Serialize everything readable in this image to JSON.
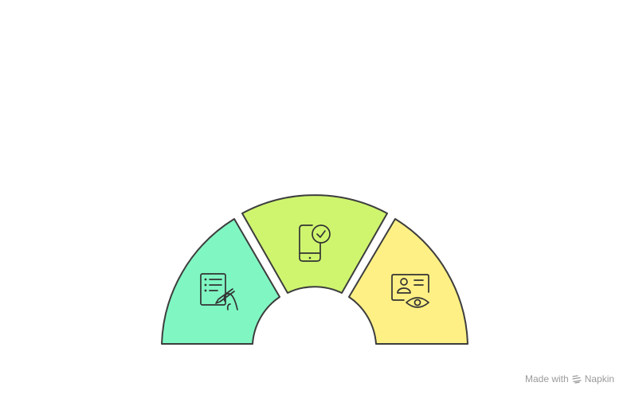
{
  "diagram": {
    "segments": [
      {
        "id": "left",
        "color": "#80f7c3",
        "icon": "checklist-with-writing-hand-icon"
      },
      {
        "id": "middle",
        "color": "#cff56f",
        "icon": "smartphone-with-checkmark-icon"
      },
      {
        "id": "right",
        "color": "#fef085",
        "icon": "id-card-with-eye-icon"
      }
    ],
    "outline_color": "#3d3d3d"
  },
  "watermark": {
    "made_with": "Made with",
    "brand": "Napkin",
    "text_color": "#9a9a9a"
  }
}
